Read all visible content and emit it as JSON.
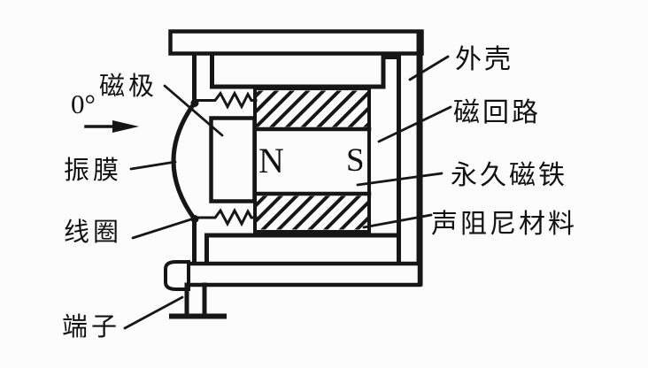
{
  "diagram": {
    "labels": {
      "housing": "外壳",
      "magnetic_circuit": "磁回路",
      "permanent_magnet": "永久磁铁",
      "damping_material": "声阻尼材料",
      "magnetic_pole": "磁极",
      "diaphragm": "振膜",
      "voice_coil": "线圈",
      "terminals": "端子",
      "axis_angle": "0°",
      "pole_n": "N",
      "pole_s": "S"
    },
    "colors": {
      "ink": "#161616",
      "paper": "#fcfcfc"
    }
  }
}
